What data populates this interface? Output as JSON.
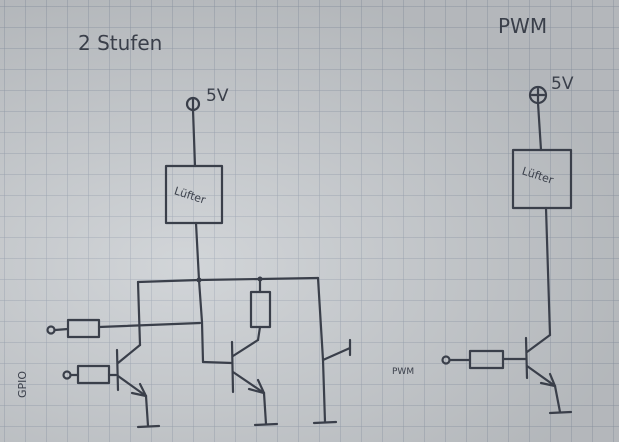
{
  "headings": {
    "left": "2 Stufen",
    "right": "PWM"
  },
  "supply_left": "5V",
  "supply_right": "5V",
  "load_left": "Lüfter",
  "load_right": "Lüfter",
  "gpio_label": "GPIO",
  "pwm_input_label": "PWM"
}
